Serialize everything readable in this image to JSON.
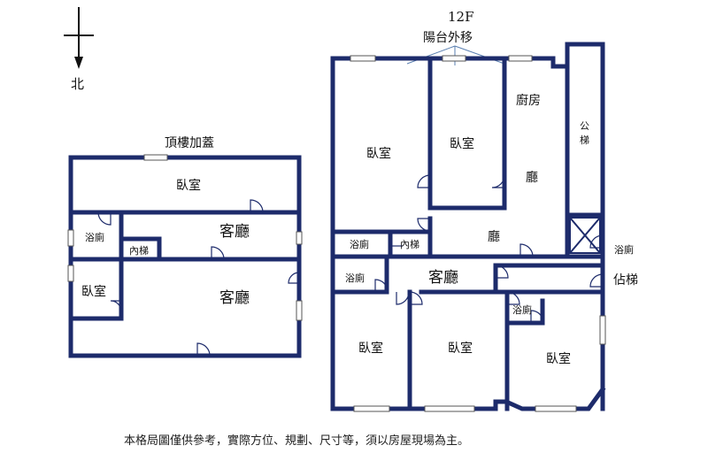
{
  "compass": {
    "north": "北"
  },
  "left_plan": {
    "title": "頂樓加蓋",
    "rooms": {
      "bedroom_top": "臥室",
      "living_upper": "客廳",
      "bath": "浴廁",
      "inner_stair": "內梯",
      "bedroom_left": "臥室",
      "living_lower": "客廳"
    }
  },
  "right_plan": {
    "floor": "12F",
    "note": "陽台外移",
    "rooms": {
      "bedroom_big": "臥室",
      "bedroom_mid": "臥室",
      "kitchen": "廚房",
      "public_stair": "公梯",
      "hall_upper": "廳",
      "bath_left": "浴廁",
      "inner_stair": "內梯",
      "hall_lower": "廳",
      "bath_right": "浴廁",
      "bath_mid": "浴廁",
      "living": "客廳",
      "occupied_stair": "佔梯",
      "bath_small": "浴廁",
      "bedroom_bl": "臥室",
      "bedroom_bm": "臥室",
      "bedroom_br": "臥室"
    }
  },
  "disclaimer": "本格局圖僅供參考，實際方位、規劃、尺寸等，須以房屋現場為主。"
}
